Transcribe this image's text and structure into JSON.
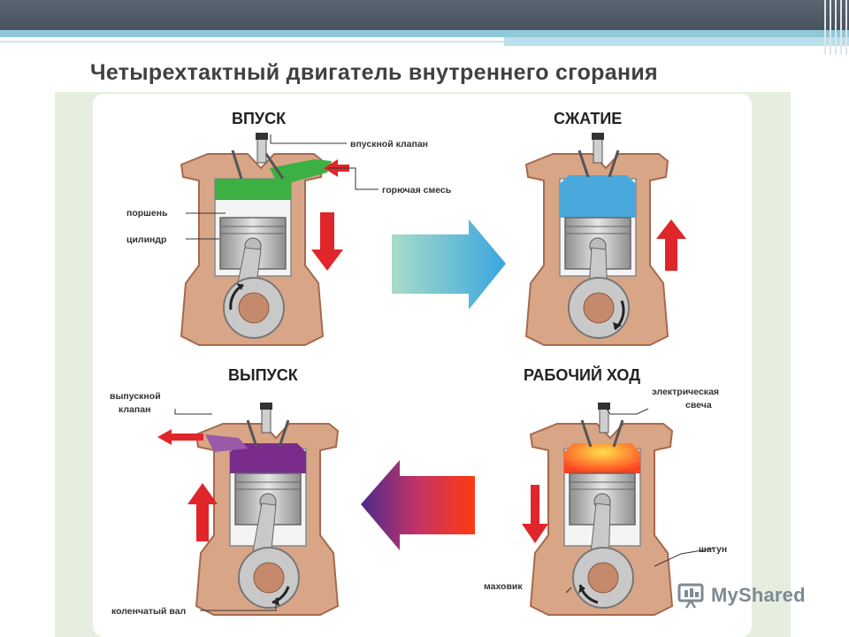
{
  "slide_title": "Четырехтактный двигатель внутреннего сгорания",
  "strokes": {
    "intake": "ВПУСК",
    "compression": "СЖАТИЕ",
    "exhaust": "ВЫПУСК",
    "power": "РАБОЧИЙ ХОД"
  },
  "labels": {
    "intake_valve": "впускной клапан",
    "fuel_mixture": "горючая смесь",
    "piston": "поршень",
    "cylinder": "цилиндр",
    "exhaust_valve_line1": "выпускной",
    "exhaust_valve_line2": "клапан",
    "crankshaft": "коленчатый вал",
    "spark_plug_line1": "электрическая",
    "spark_plug_line2": "свеча",
    "connecting_rod": "шатун",
    "flywheel": "маховик"
  },
  "watermark": "MyShared",
  "colors": {
    "intake_charge": "#3cb043",
    "compression_charge": "#4aa9dc",
    "exhaust_charge": "#7a2c8c",
    "power_charge_inner": "#ffe04a",
    "power_charge_outer": "#ff4020",
    "engine_body": "#d49a7e",
    "piston": "#b4b4b4",
    "arrow_red": "#e0262a",
    "accent_bar": "#8fc8d8"
  }
}
